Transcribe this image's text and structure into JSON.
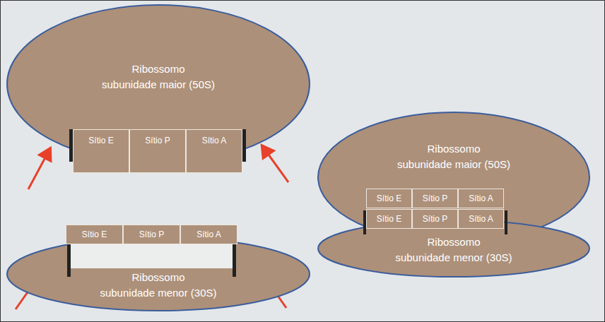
{
  "diagram": {
    "nodes": [
      {
        "text": [
          "Ribossomo",
          "subunidade maior (50S)"
        ]
      },
      {
        "text": [
          "Sítio E"
        ],
        "in": 0
      },
      {
        "text": [
          "Sítio P"
        ],
        "in": 0
      },
      {
        "text": [
          "Sítio A"
        ],
        "in": 0
      },
      {
        "text": [
          "Ribossomo",
          "subunidade menor (30S)"
        ]
      },
      {
        "text": [
          "Sítio E"
        ],
        "in": 4
      },
      {
        "text": [
          "Sítio P"
        ],
        "in": 4
      },
      {
        "text": [
          "Sítio A"
        ],
        "in": 4
      },
      {
        "text": [
          "Ribossomo",
          "subunidade maior (50S)"
        ]
      },
      {
        "text": [
          "Sítio E"
        ],
        "in": 8
      },
      {
        "text": [
          "Sítio P"
        ],
        "in": 8
      },
      {
        "text": [
          "Sítio A"
        ],
        "in": 8
      },
      {
        "text": [
          "Ribossomo",
          "subunidade menor (30S)"
        ]
      },
      {
        "text": [
          "Sítio E"
        ],
        "in": 12
      },
      {
        "text": [
          "Sítio P"
        ],
        "in": 12
      },
      {
        "text": [
          "Sítio A"
        ],
        "in": 12
      }
    ]
  }
}
